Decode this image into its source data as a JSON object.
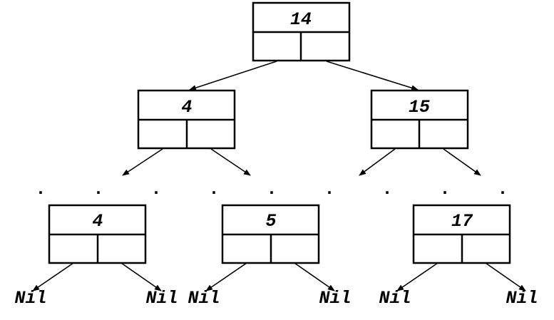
{
  "tree": {
    "root": {
      "key": "14"
    },
    "level1": [
      {
        "key": "4"
      },
      {
        "key": "15"
      }
    ],
    "ellipsis": [
      ".",
      ".",
      ".",
      ".",
      ".",
      ".",
      ".",
      ".",
      "."
    ],
    "level3": [
      {
        "key": "4"
      },
      {
        "key": "5"
      },
      {
        "key": "17"
      }
    ],
    "nil_label": "Nil"
  }
}
